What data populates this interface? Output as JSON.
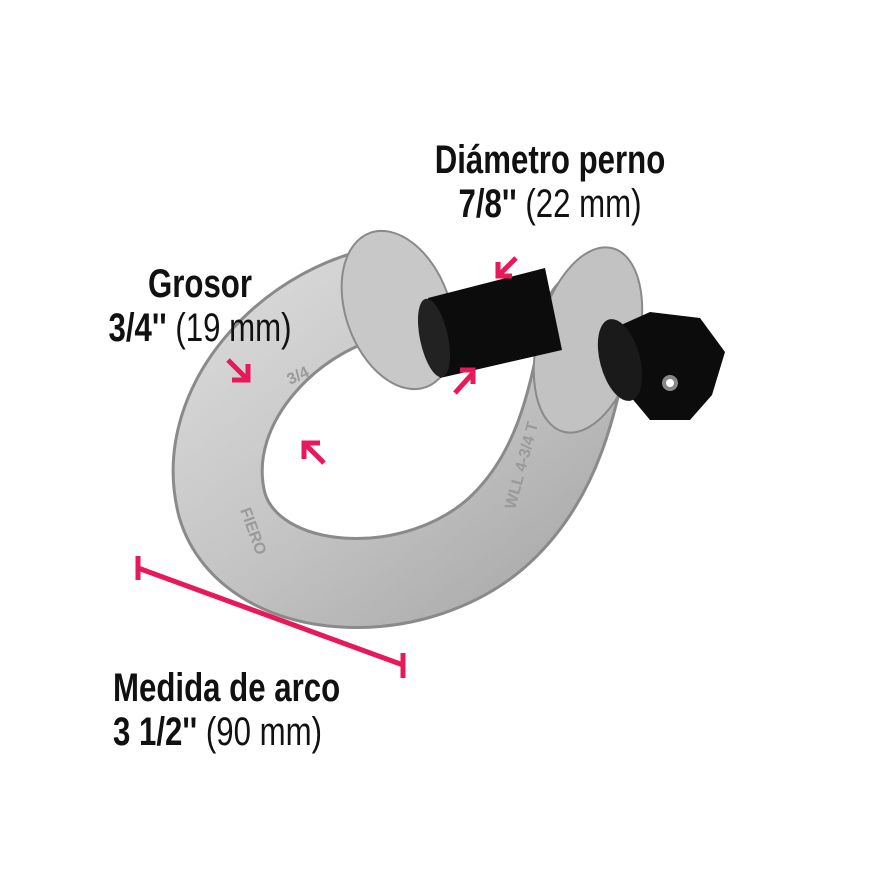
{
  "annotations": {
    "pin_diameter": {
      "title": "Diámetro perno",
      "value_in": "7/8''",
      "value_mm": "(22 mm)"
    },
    "thickness": {
      "title": "Grosor",
      "value_in": "3/4''",
      "value_mm": "(19 mm)"
    },
    "bow_size": {
      "title": "Medida de arco",
      "value_in": "3 1/2''",
      "value_mm": "(90 mm)"
    }
  },
  "casting_marks": {
    "size": "3/4",
    "brand": "FIERO",
    "wll": "WLL 4-3/4 T"
  },
  "colors": {
    "accent": "#e8195a",
    "metal": "#c9c9c9",
    "pin": "#0c0c0c",
    "text": "#111111"
  }
}
